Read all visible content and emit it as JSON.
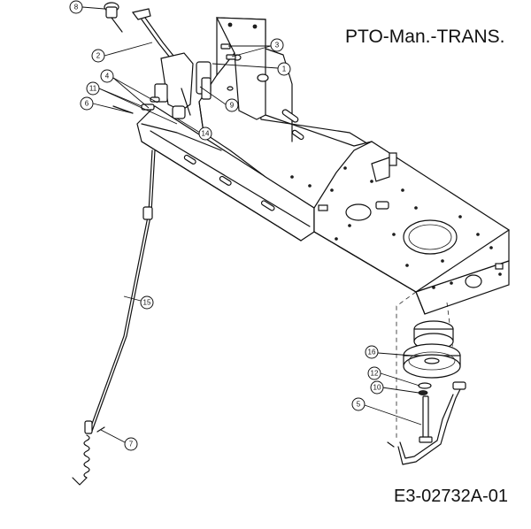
{
  "diagram": {
    "title": "PTO-Man.-TRANS.",
    "drawing_code": "E3-02732A-01",
    "callouts": [
      "8",
      "2",
      "3",
      "1",
      "4",
      "11",
      "6",
      "9",
      "14",
      "15",
      "16",
      "12",
      "10",
      "5",
      "7"
    ]
  }
}
